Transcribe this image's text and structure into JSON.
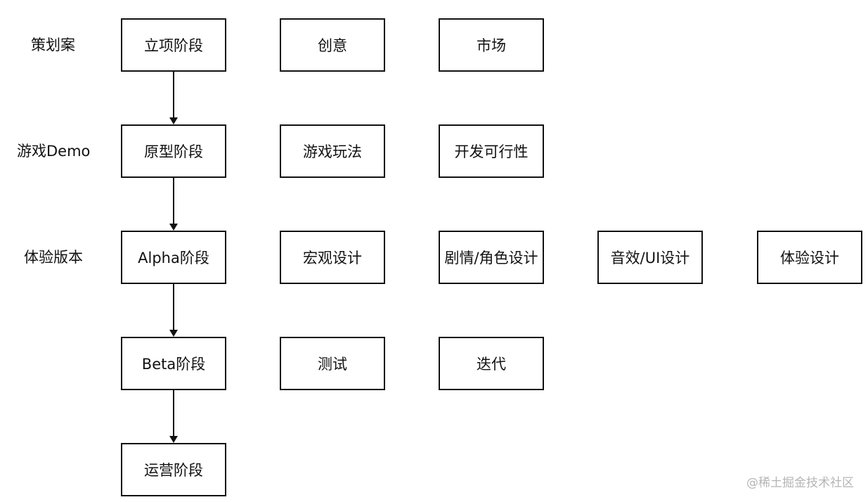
{
  "row_labels": [
    "策划案",
    "游戏Demo",
    "体验版本"
  ],
  "stages": [
    "立项阶段",
    "原型阶段",
    "Alpha阶段",
    "Beta阶段",
    "运营阶段"
  ],
  "rows": [
    {
      "items": [
        "创意",
        "市场"
      ]
    },
    {
      "items": [
        "游戏玩法",
        "开发可行性"
      ]
    },
    {
      "items": [
        "宏观设计",
        "剧情/角色设计",
        "音效/UI设计",
        "体验设计"
      ]
    },
    {
      "items": [
        "测试",
        "迭代"
      ]
    }
  ],
  "watermark": "@稀土掘金技术社区",
  "colors": {
    "stroke": "#111111",
    "background": "#ffffff",
    "watermark": "#b5b5b5"
  }
}
